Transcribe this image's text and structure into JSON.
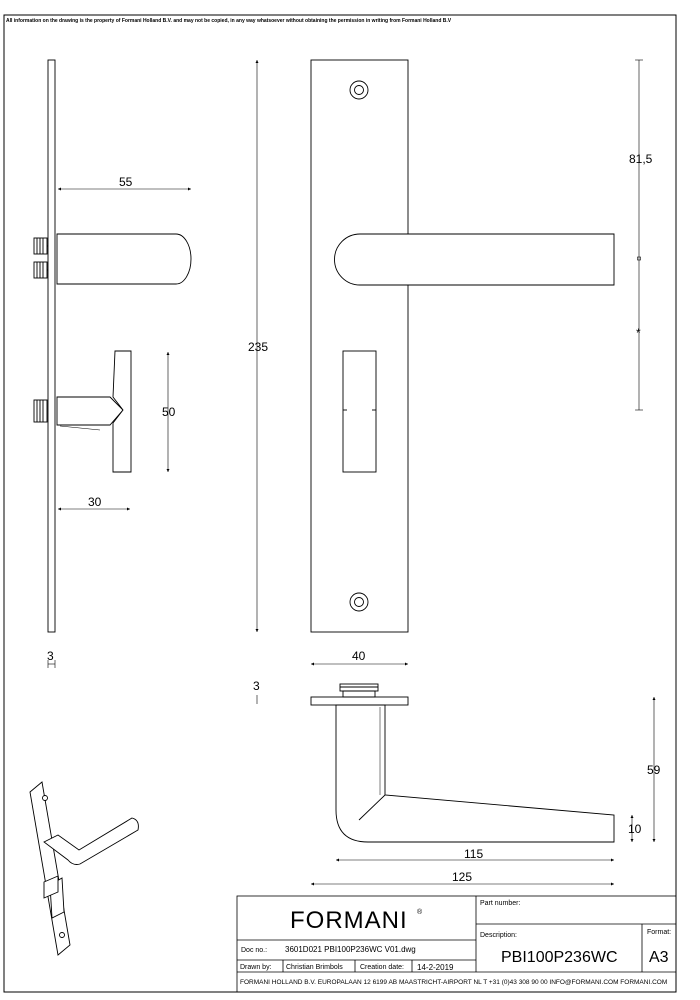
{
  "notice": "All information on the drawing is the property of Formani Holland B.V. and may not be copied, in any way whatsoever without obtaining the permission in writing from Formani Holland B.V",
  "dimensions": {
    "rose_55": "55",
    "spindle_50": "50",
    "thumb_30": "30",
    "thickness_3_side": "3",
    "height_235": "235",
    "dist_81_5": "81,5",
    "star": "*",
    "width_40": "40",
    "thickness_3_bottom": "3",
    "projection_59": "59",
    "grip_10": "10",
    "length_115": "115",
    "length_125": "125"
  },
  "title_block": {
    "brand": "FORMANI",
    "registered": "®",
    "doc_label": "Doc no.:",
    "doc_value": "3601D021 PBI100P236WC V01.dwg",
    "drawn_label": "Drawn by:",
    "drawn_value": "Christian Brimbols",
    "creation_label": "Creation date:",
    "creation_value": "14-2-2019",
    "part_label": "Part number:",
    "description_label": "Description:",
    "description_value": "PBI100P236WC",
    "format_label": "Format:",
    "format_value": "A3",
    "footer": "FORMANI HOLLAND B.V.  EUROPALAAN 12  6199 AB MAASTRICHT-AIRPORT NL  T +31 (0)43 308 90 00 INFO@FORMANI.COM FORMANI.COM"
  }
}
